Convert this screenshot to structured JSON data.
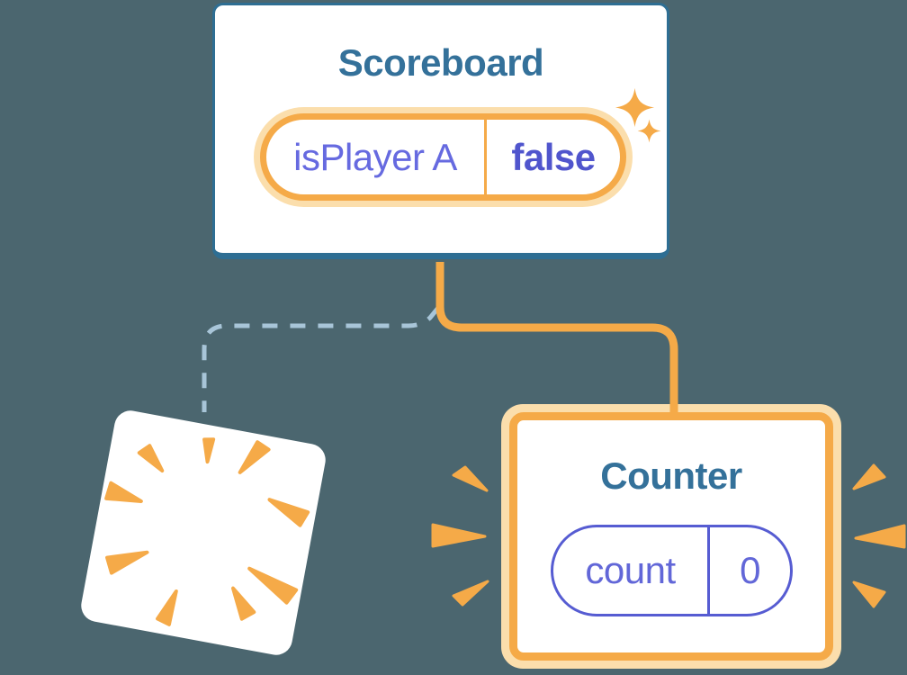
{
  "diagram": {
    "description": "component state diagram",
    "scoreboard": {
      "title": "Scoreboard",
      "state_key": "isPlayer A",
      "state_value": "false"
    },
    "counter": {
      "title": "Counter",
      "state_key": "count",
      "state_value": "0"
    }
  },
  "icons": {
    "sparkles": "sparkles-icon",
    "poof": "poof-rays-icon",
    "emphasis_left": "emphasis-rays-left-icon",
    "emphasis_right": "emphasis-rays-right-icon",
    "connector_active": "connector-orange-line",
    "connector_destroyed": "connector-dashed-line"
  },
  "colors": {
    "background": "#4B666F",
    "card_bg": "#FFFFFF",
    "card_border_blue": "#2E6E93",
    "title_blue": "#34719A",
    "accent_orange": "#F5AA48",
    "orange_halo": "#FBDEAC",
    "state_text_indigo": "#666AE0",
    "state_value_indigo": "#5055CD",
    "counter_pill_border": "#565CD2",
    "counter_state_indigo": "#6267D8",
    "dashed_line_blue": "#A8C5D8"
  }
}
